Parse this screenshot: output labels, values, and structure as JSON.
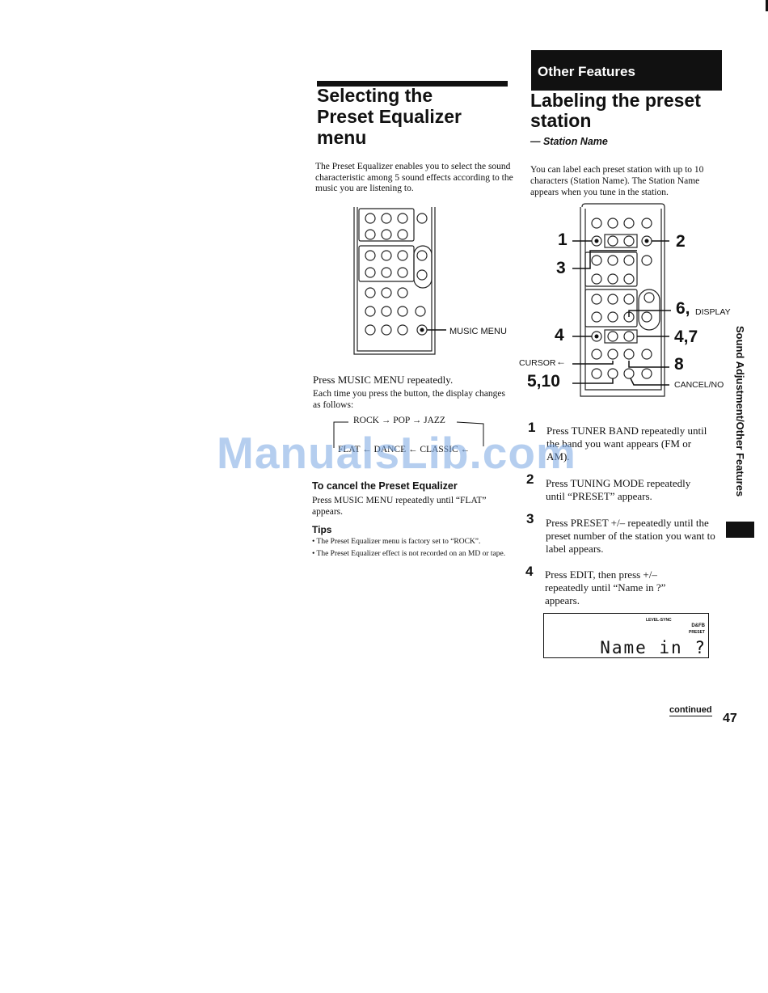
{
  "left": {
    "title_lines": [
      "Selecting the",
      "Preset Equalizer",
      "menu"
    ],
    "intro": "The Preset Equalizer enables you to select the sound characteristic among 5 sound effects according to the music you are listening to.",
    "figure_label": "MUSIC MENU",
    "press": "Press MUSIC MENU repeatedly.",
    "each_time": "Each time you press the button, the display changes as follows:",
    "cycle": {
      "row1": "ROCK → POP → JAZZ",
      "row2": "FLAT ← DANCE ← CLASSIC ←"
    },
    "cancel_heading": "To cancel the Preset Equalizer",
    "cancel_text": "Press MUSIC MENU repeatedly until “FLAT” appears.",
    "tips_heading": "Tips",
    "tips": [
      "• The Preset Equalizer menu is factory set to “ROCK”.",
      "• The Preset Equalizer effect is not recorded on an MD or tape."
    ]
  },
  "right": {
    "section_header": "Other Features",
    "title_lines": [
      "Labeling the preset",
      "station"
    ],
    "subtitle": "— Station Name",
    "intro": "You can label each preset station with up to 10 characters (Station Name). The Station Name appears when you tune in the station.",
    "figure_labels": {
      "n1": "1",
      "n2": "2",
      "n3": "3",
      "n4": "4",
      "n47": "4,7",
      "n6": "6,",
      "display": "DISPLAY",
      "cursor": "CURSOR",
      "n8": "8",
      "n510": "5,10",
      "cancel_no": "CANCEL/NO"
    },
    "steps": [
      {
        "num": "1",
        "text": "Press TUNER BAND repeatedly until the band you want appears (FM or AM)."
      },
      {
        "num": "2",
        "text": "Press TUNING MODE repeatedly until “PRESET” appears."
      },
      {
        "num": "3",
        "text": "Press PRESET +/– repeatedly until the preset number of the station you want to label appears."
      },
      {
        "num": "4",
        "text": "Press EDIT, then press +/– repeatedly until “Name in ?” appears."
      }
    ],
    "lcd": {
      "indicator_top": "LEVEL-SYNC",
      "indicator_right_1": "D&FB",
      "indicator_right_2": "PRESET",
      "main": "Name in ?"
    }
  },
  "side_label": "Sound Adjustment/Other Features",
  "continued": "continued",
  "page_number": "47",
  "watermark": "ManualsLib.com"
}
